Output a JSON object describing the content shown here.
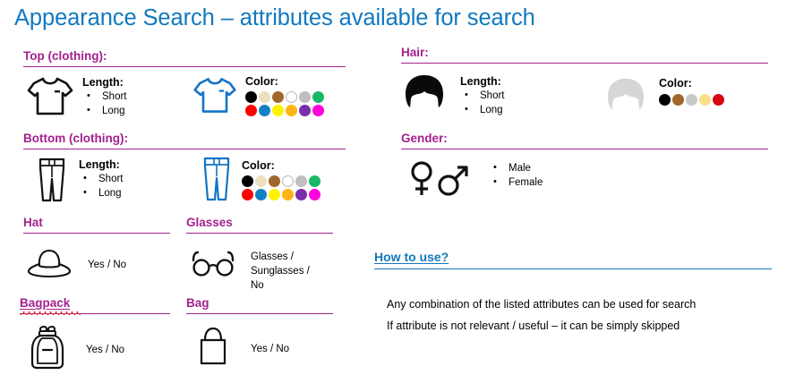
{
  "slide": {
    "title": "Appearance Search – attributes available for search",
    "title_color": "#1279BE",
    "accent_color": "#A3218E"
  },
  "labels": {
    "length": "Length:",
    "color": "Color:",
    "short": "Short",
    "long": "Long",
    "yes_no": "Yes / No",
    "glasses_options": "Glasses / Sunglasses / No",
    "male": "Male",
    "female": "Female"
  },
  "sections": {
    "top_clothing": {
      "heading": "Top (clothing):",
      "length_label": "Length:",
      "length_options": [
        "Short",
        "Long"
      ],
      "color_label": "Color:",
      "colors_row1": [
        "#000000",
        "#EDE0BE",
        "#A0662B",
        "#FFFFFF",
        "#BFBFBF",
        "#19B866"
      ],
      "colors_row2": [
        "#FF0000",
        "#1281C4",
        "#FFF200",
        "#FFB511",
        "#7A2EA8",
        "#FF00DD"
      ],
      "icon_mono": "tshirt-icon",
      "icon_color": "tshirt-colored-icon"
    },
    "bottom_clothing": {
      "heading": "Bottom (clothing):",
      "length_label": "Length:",
      "length_options": [
        "Short",
        "Long"
      ],
      "color_label": "Color:",
      "colors_row1": [
        "#000000",
        "#EDE0BE",
        "#A0662B",
        "#FFFFFF",
        "#BFBFBF",
        "#19B866"
      ],
      "colors_row2": [
        "#FF0000",
        "#1281C4",
        "#FFF200",
        "#FFB511",
        "#7A2EA8",
        "#FF00DD"
      ],
      "icon_mono": "pants-icon",
      "icon_color": "pants-colored-icon"
    },
    "hat": {
      "heading": "Hat",
      "value": "Yes / No",
      "icon": "hat-icon"
    },
    "glasses": {
      "heading": "Glasses",
      "value": "Glasses / Sunglasses / No",
      "icon": "glasses-icon"
    },
    "bagpack": {
      "heading": "Bagpack",
      "value": "Yes / No",
      "icon": "backpack-icon",
      "misspelled": true
    },
    "bag": {
      "heading": "Bag",
      "value": "Yes / No",
      "icon": "bag-icon"
    },
    "hair": {
      "heading": "Hair:",
      "length_label": "Length:",
      "length_options": [
        "Short",
        "Long"
      ],
      "color_label": "Color:",
      "colors": [
        "#000000",
        "#A0662B",
        "#C9C9C9",
        "#F6E08A",
        "#D60812"
      ],
      "icon_mono": "hair-icon",
      "icon_color": "hair-gray-icon"
    },
    "gender": {
      "heading": "Gender:",
      "options": [
        "Male",
        "Female"
      ],
      "icon": "gender-symbols-icon"
    },
    "how_to_use": {
      "heading": "How to use?",
      "lines": [
        "Any combination of the listed attributes can be used for search",
        "If attribute is not relevant / useful – it can be simply skipped"
      ]
    }
  }
}
